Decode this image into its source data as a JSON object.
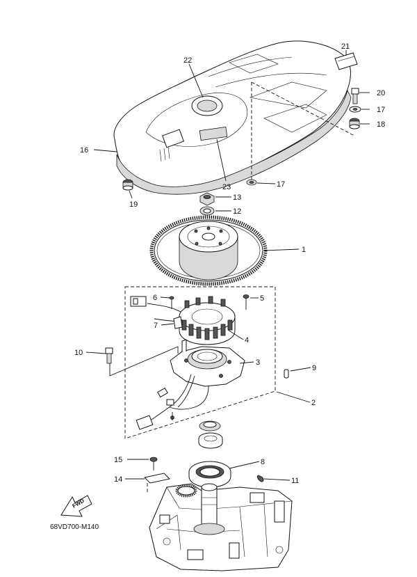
{
  "diagram": {
    "code": "68VD700-M140",
    "fwd_label": "FWD",
    "callouts": [
      {
        "id": "c1",
        "text": "1"
      },
      {
        "id": "c2",
        "text": "2"
      },
      {
        "id": "c3",
        "text": "3"
      },
      {
        "id": "c4",
        "text": "4"
      },
      {
        "id": "c5",
        "text": "5"
      },
      {
        "id": "c6",
        "text": "6"
      },
      {
        "id": "c7",
        "text": "7"
      },
      {
        "id": "c8",
        "text": "8"
      },
      {
        "id": "c9",
        "text": "9"
      },
      {
        "id": "c10",
        "text": "10"
      },
      {
        "id": "c11",
        "text": "11"
      },
      {
        "id": "c12",
        "text": "12"
      },
      {
        "id": "c13",
        "text": "13"
      },
      {
        "id": "c14",
        "text": "14"
      },
      {
        "id": "c15",
        "text": "15"
      },
      {
        "id": "c16",
        "text": "16"
      },
      {
        "id": "c17a",
        "text": "17"
      },
      {
        "id": "c17b",
        "text": "17"
      },
      {
        "id": "c18",
        "text": "18"
      },
      {
        "id": "c19",
        "text": "19"
      },
      {
        "id": "c20",
        "text": "20"
      },
      {
        "id": "c21",
        "text": "21"
      },
      {
        "id": "c22",
        "text": "22"
      },
      {
        "id": "c23",
        "text": "23"
      }
    ]
  }
}
